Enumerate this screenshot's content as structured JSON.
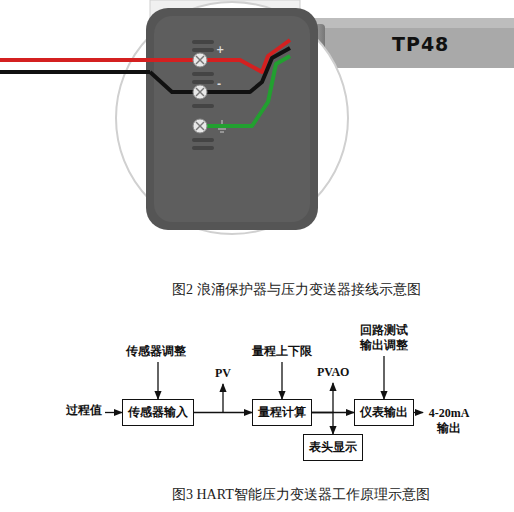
{
  "diagram": {
    "caption": "图3 HART智能压力变送器工作原理示意图",
    "nodes": [
      {
        "text": [
          "传感器输入"
        ]
      },
      {
        "text": [
          "量程计算"
        ]
      },
      {
        "text": [
          "仪表输出"
        ]
      },
      {
        "text": [
          "表头显示"
        ]
      }
    ],
    "edges": [
      {
        "from": 0,
        "to": 1,
        "arrow": "to"
      },
      {
        "from": 1,
        "to": 2,
        "arrow": "to"
      },
      {
        "from": 1,
        "to": 3,
        "arrow": "to"
      }
    ],
    "labels": [
      "TP48",
      "+",
      "-",
      "图2 浪涌保护器与压力变送器接线示意图",
      "过程值",
      "传感器调整",
      "PV",
      "量程上下限",
      "PVAO",
      "回路测试 输出调整",
      "4-20mA 输出"
    ]
  }
}
